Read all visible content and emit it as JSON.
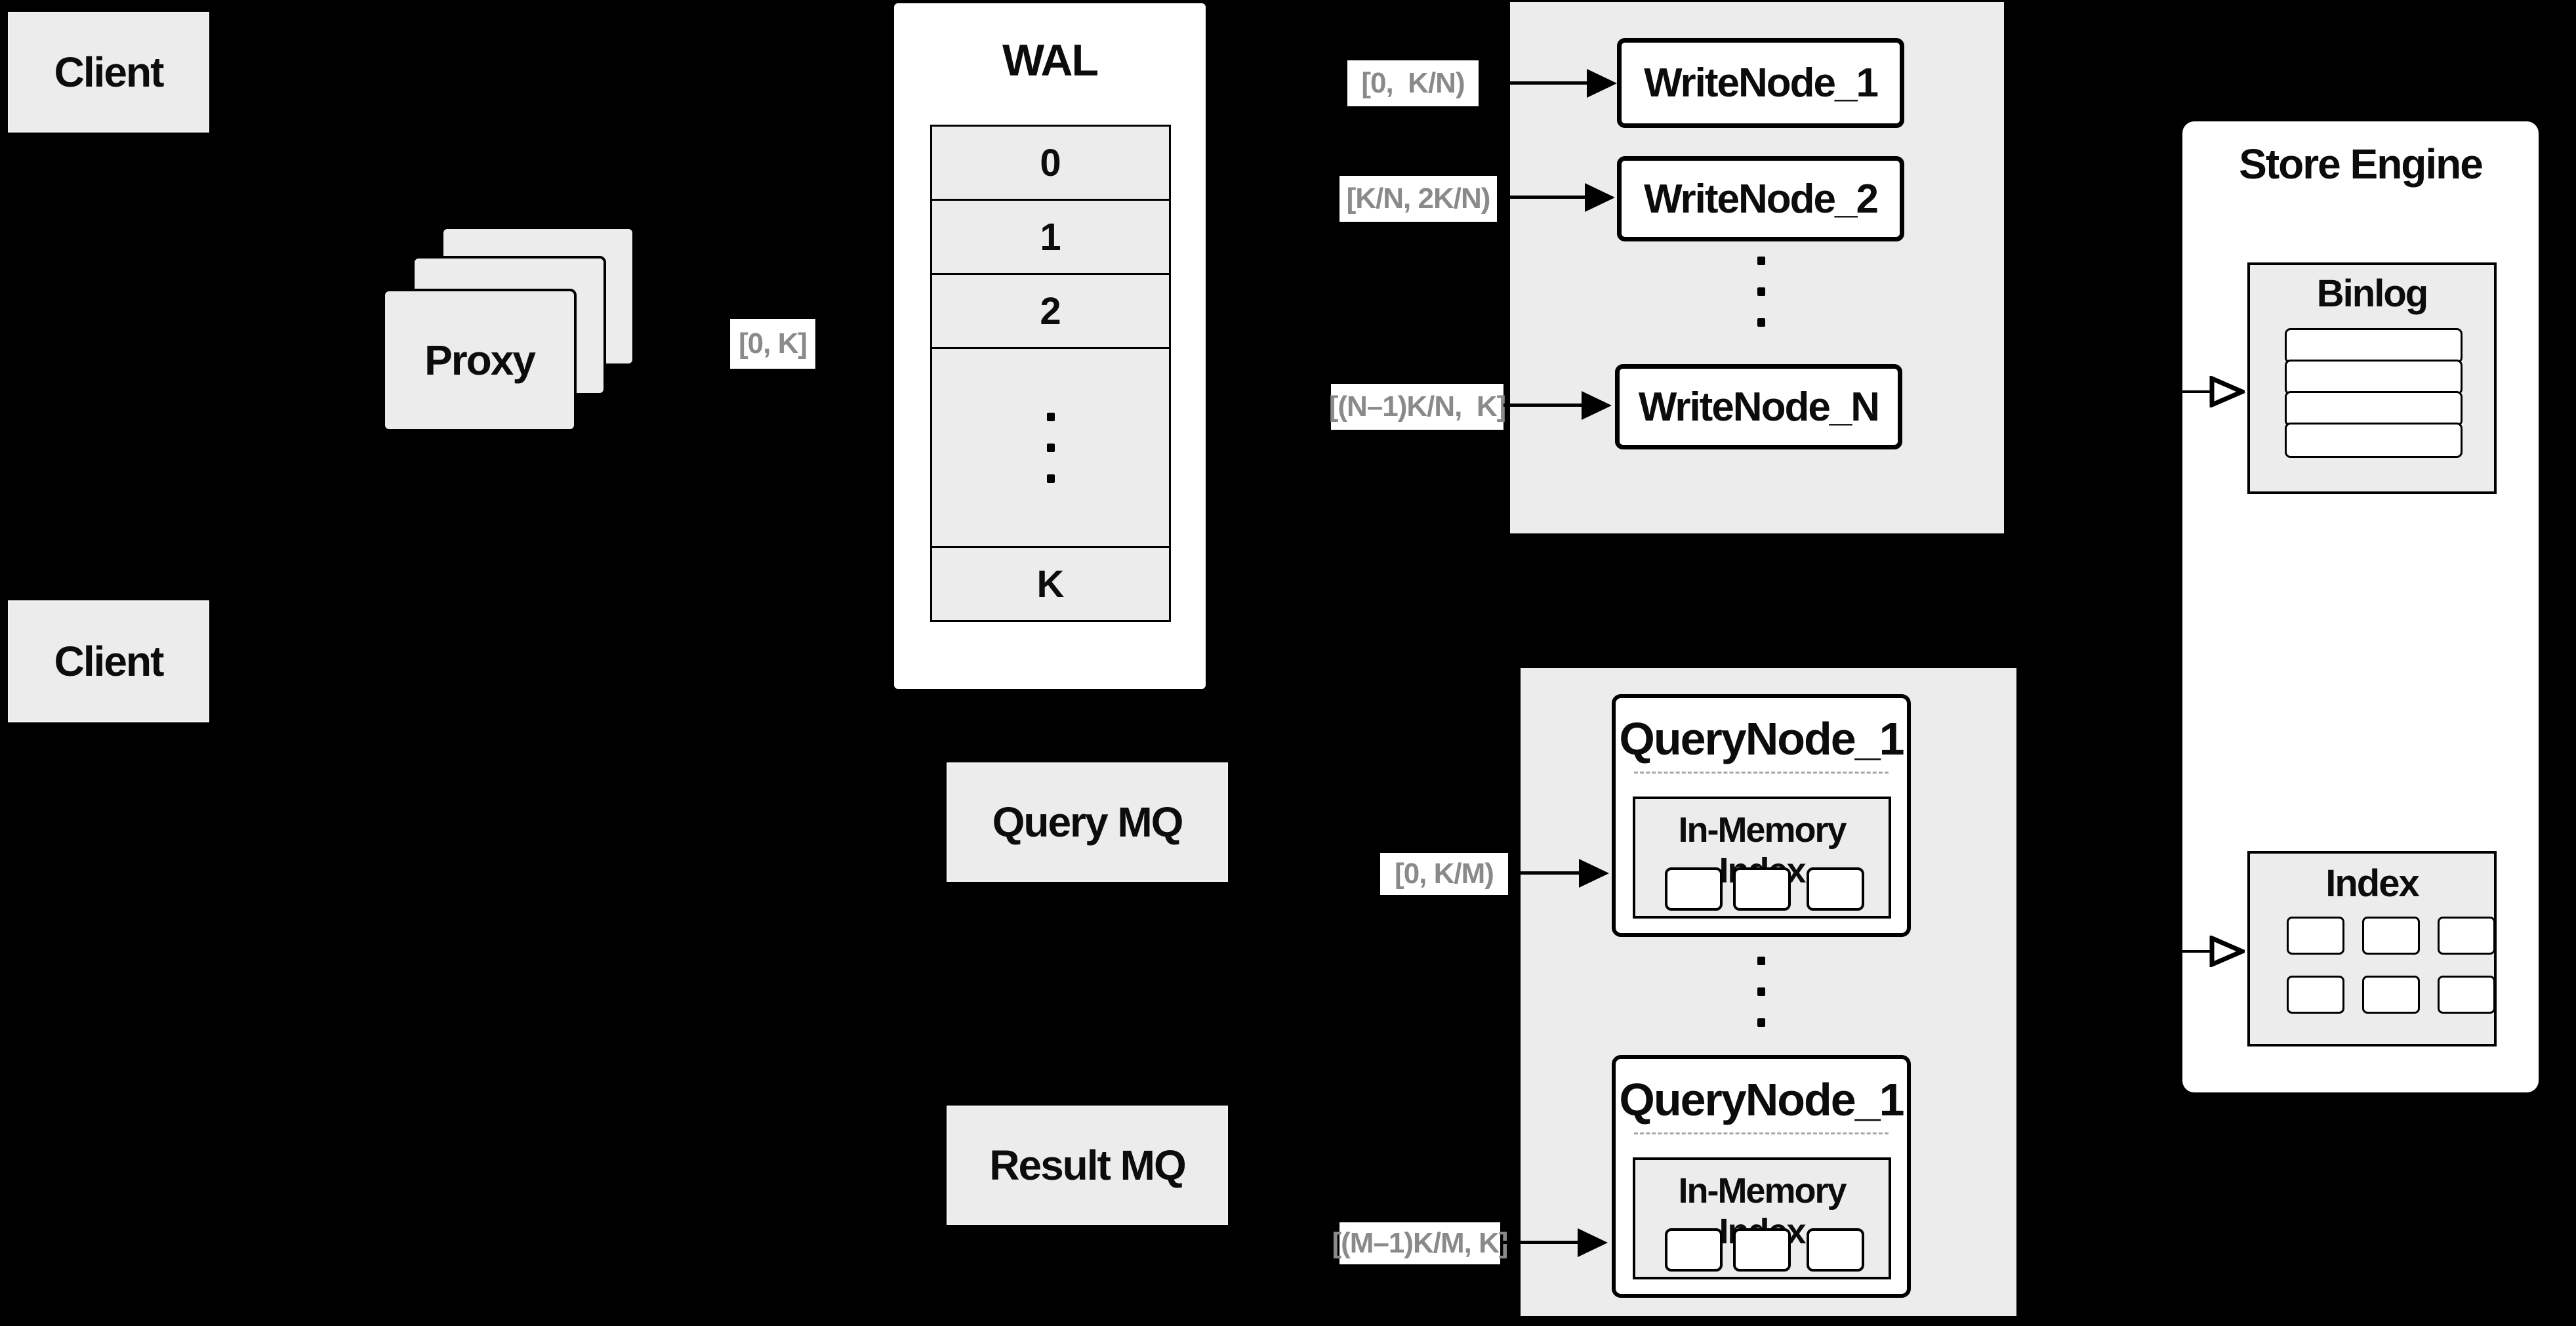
{
  "colors": {
    "background": "#000000",
    "panel_gray": "#ececec",
    "box_white": "#ffffff",
    "line_black": "#0c0c0c",
    "label_text": "#8a8a8a",
    "dash_gray": "#a6a6a6"
  },
  "clients": {
    "top": "Client",
    "bottom": "Client"
  },
  "proxy": {
    "label": "Proxy"
  },
  "range_labels": {
    "proxy": "[0, K]",
    "write1": "[0,  K/N)",
    "write2": "[K/N, 2K/N)",
    "writeN": "[(N–1)K/N,  K]",
    "query1": "[0, K/M)",
    "queryM": "[(M–1)K/M, K]"
  },
  "wal": {
    "title": "WAL",
    "rows": [
      "0",
      "1",
      "2"
    ],
    "last_row": "K"
  },
  "write_panel": {
    "node1": "WriteNode_1",
    "node2": "WriteNode_2",
    "nodeN": "WriteNode_N"
  },
  "query_panel": {
    "node1": {
      "title": "QueryNode_1",
      "index_label": "In-Memory Index"
    },
    "node2": {
      "title": "QueryNode_1",
      "index_label": "In-Memory Index"
    }
  },
  "mq": {
    "query": "Query MQ",
    "result": "Result MQ"
  },
  "store": {
    "title": "Store Engine",
    "binlog_title": "Binlog",
    "index_title": "Index"
  }
}
